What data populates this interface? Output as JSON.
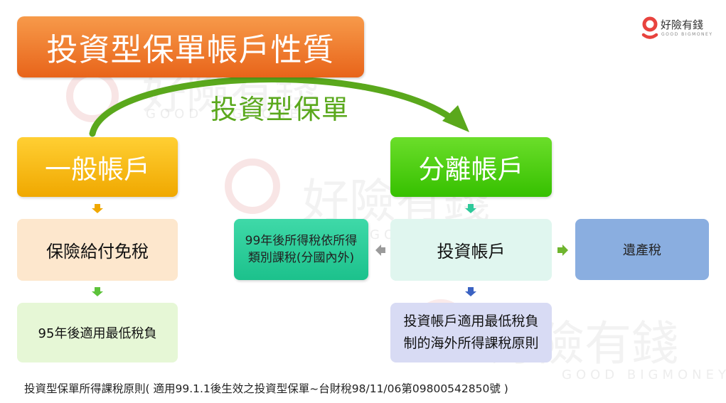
{
  "title": "投資型保單帳戶性質",
  "curve_label": "投資型保單",
  "general_account": "一般帳戶",
  "separate_account": "分離帳戶",
  "benefit_tax_free": "保險給付免稅",
  "min_tax_after_95": "95年後適用最低稅負",
  "investment_account": "投資帳戶",
  "income_tax_line1": "99年後所得稅依所得",
  "income_tax_line2": "類別課稅(分國內外)",
  "estate_tax": "遺產稅",
  "overseas_line1": "投資帳戶適用最低稅負",
  "overseas_line2": "制的海外所得課稅原則",
  "footnote": "投資型保單所得課稅原則( 適用99.1.1後生效之投資型保單~台財稅98/11/06第09800542850號 )",
  "logo": {
    "name": "好險有錢",
    "sub": "GOOD BIGMONEY"
  },
  "colors": {
    "title": "#e8641a",
    "general": "#f0a800",
    "separate": "#36c000",
    "curve_arrow": "#5aa81c",
    "income_box": "#1cc18c",
    "estate_box": "#8aaee0",
    "overseas_box": "#d8dbf4",
    "logo_accent": "#e8433e"
  }
}
